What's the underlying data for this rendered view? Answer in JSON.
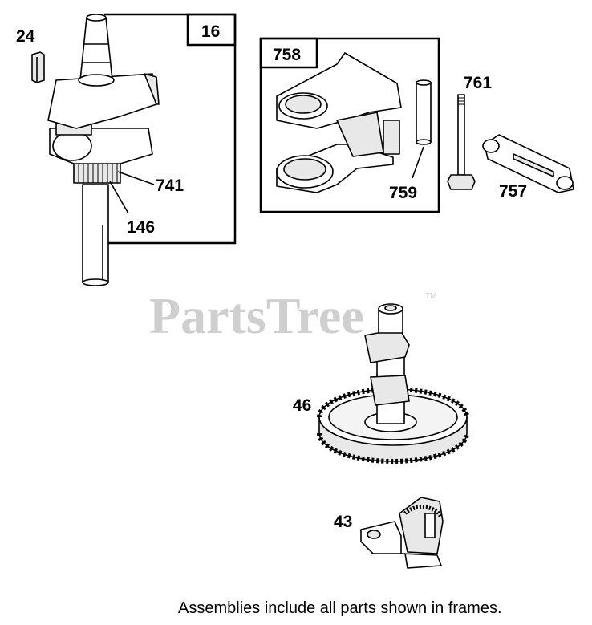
{
  "watermark": {
    "text": "PartsTree",
    "trademark": "TM"
  },
  "frames": [
    {
      "id": "frame-16",
      "tag": "16"
    },
    {
      "id": "frame-758",
      "tag": "758"
    }
  ],
  "callouts": {
    "p24": "24",
    "p741": "741",
    "p146": "146",
    "p759": "759",
    "p761": "761",
    "p757": "757",
    "p46": "46",
    "p43": "43"
  },
  "footer_note": "Assemblies include all parts shown in frames."
}
